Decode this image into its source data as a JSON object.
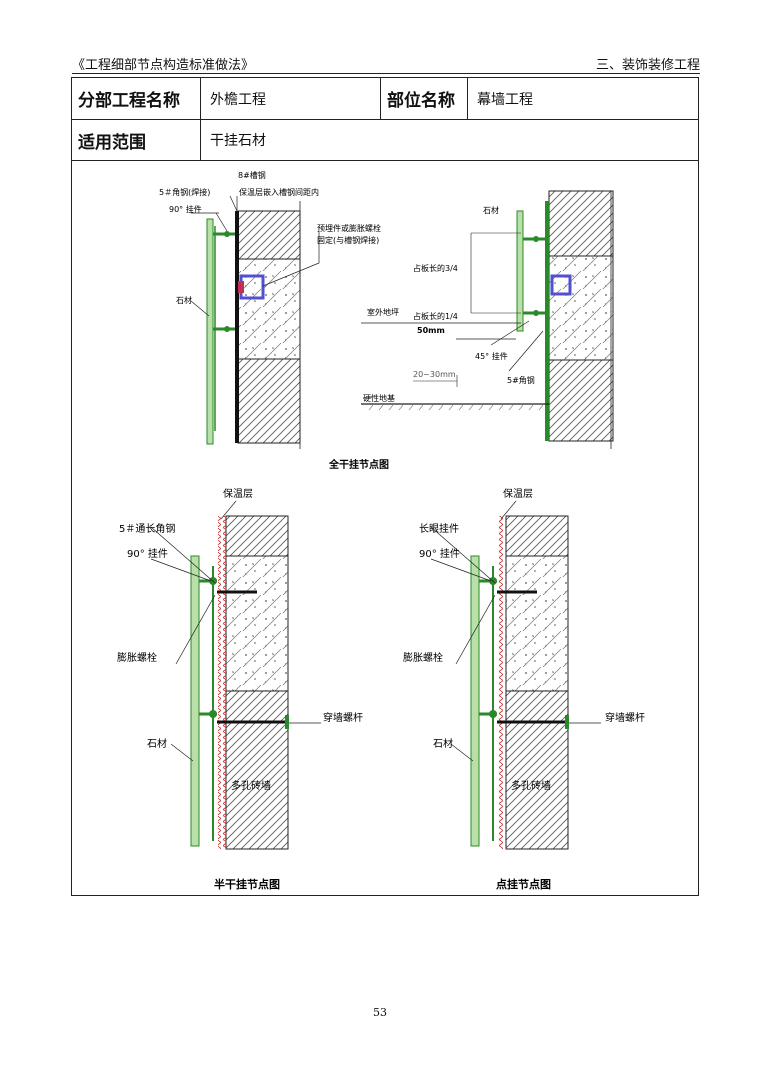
{
  "header": {
    "left": "《工程细部节点构造标准做法》",
    "right": "三、装饰装修工程"
  },
  "table": {
    "r1": {
      "label1": "分部工程名称",
      "value1": "外檐工程",
      "label2": "部位名称",
      "value2": "幕墙工程"
    },
    "r2": {
      "label": "适用范围",
      "value": "干挂石材"
    }
  },
  "fig1": {
    "title": "全干挂节点图",
    "channel": "8#槽钢",
    "angle_weld": "5＃角钢(焊接)",
    "insulation_note": "保温层嵌入槽钢间距内",
    "hanger90": "90° 挂件",
    "embed_note_1": "预埋件或膨胀螺栓",
    "embed_note_2": "固定(与槽钢焊接)",
    "stone": "石材"
  },
  "fig2": {
    "stone": "石材",
    "three_quarter": "占板长的3/4",
    "outdoor": "室外地坪",
    "quarter": "占板长的1/4",
    "gap50": "50mm",
    "hanger45": "45° 挂件",
    "angle5": "5#角钢",
    "gap2030": "20~30mm",
    "ground": "硬性地基"
  },
  "fig3": {
    "title": "半干挂节点图",
    "insulation": "保温层",
    "long_angle": "5＃通长角钢",
    "hanger90": "90° 挂件",
    "bolt": "膨胀螺栓",
    "stone": "石材",
    "through_bolt": "穿墙螺杆",
    "wall": "多孔砖墙"
  },
  "fig4": {
    "title": "点挂节点图",
    "insulation": "保温层",
    "long_eye": "长眼挂件",
    "hanger90": "90° 挂件",
    "bolt": "膨胀螺栓",
    "stone": "石材",
    "through_bolt": "穿墙螺杆",
    "wall": "多孔砖墙"
  },
  "page_number": "53"
}
